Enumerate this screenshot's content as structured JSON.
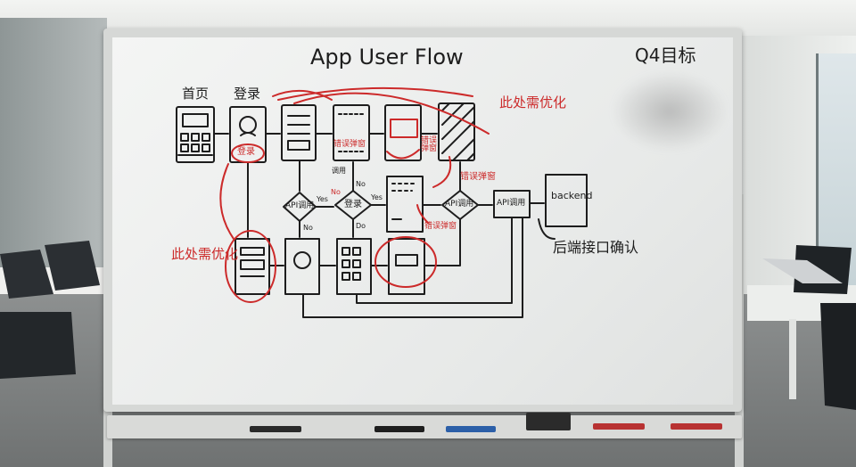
{
  "board": {
    "title": "App User Flow",
    "goal": "Q4目标",
    "labels": {
      "home": "首页",
      "login": "登录",
      "login_button": "登录",
      "error_popup_1": "错误弹窗",
      "error_popup_2": "错误弹窗",
      "error_popup_3": "错误弹窗",
      "error_popup_4": "错误弹窗",
      "api_call_1": "API调用",
      "api_call_2": "API调用",
      "api_call_3": "API调用",
      "login_decision": "登录",
      "backend": "backend",
      "backend_confirm": "后端接口确认",
      "optimize_top": "此处需优化",
      "optimize_left": "此处需优化",
      "yes_1": "Yes",
      "yes_2": "Yes",
      "no_1": "No",
      "no_2": "No",
      "no_3": "No",
      "call_note": "调用",
      "do_note": "Do"
    }
  },
  "colors": {
    "black_ink": "#1d1d1d",
    "red_ink": "#cc2a2a",
    "board": "#eeefee",
    "frame": "#d6d8d6"
  }
}
